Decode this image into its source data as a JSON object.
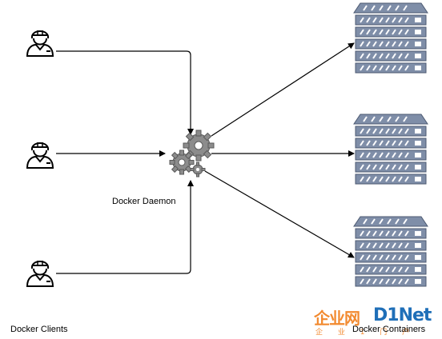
{
  "labels": {
    "daemon": "Docker Daemon",
    "clients": "Docker Clients",
    "containers": "Docker Containers"
  },
  "watermark": {
    "brand_left": "企业网",
    "brand_right": "D1Net",
    "subtitle": "企 业 1 门 户"
  },
  "colors": {
    "line": "#000000",
    "server_fill": "#7f8ea8",
    "server_dark": "#4d5a72",
    "gear_fill": "#8c8c8c",
    "gear_dark": "#5a5a5a",
    "user_stroke": "#000000"
  },
  "icons": {
    "client": "user-icon",
    "daemon": "gears-icon",
    "container": "server-icon"
  }
}
